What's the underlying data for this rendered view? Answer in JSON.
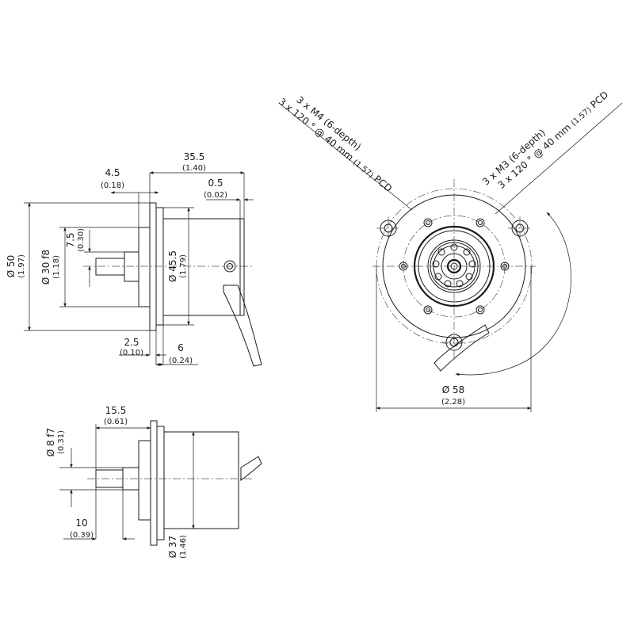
{
  "side_view": {
    "dim_flange_thickness": {
      "mm": "4.5",
      "in": "(0.18)"
    },
    "dim_body_length": {
      "mm": "35.5",
      "in": "(1.40)"
    },
    "dim_rear_gap": {
      "mm": "0.5",
      "in": "(0.02)"
    },
    "dim_flange_dia": {
      "mm": "Ø 50",
      "in": "(1.97)"
    },
    "dim_spigot_dia": {
      "mm": "Ø 30 f8",
      "in": "(1.18)"
    },
    "dim_shaft_height": {
      "mm": "7.5",
      "in": "(0.30)"
    },
    "dim_body_dia": {
      "mm": "Ø 45.5",
      "in": "(1.79)"
    },
    "dim_spigot_depth": {
      "mm": "2.5",
      "in": "(0.10)"
    },
    "dim_flange_width": {
      "mm": "6",
      "in": "(0.24)"
    }
  },
  "front_view": {
    "callout_m4_line1": "3 x M4 (6-depth)",
    "callout_m4_line2_a": "3 x 120 ° @ 40 mm ",
    "callout_m4_line2_b": "(1.57)",
    "callout_m4_line2_c": " PCD",
    "callout_m3_line1": "3 x M3 (6-depth)",
    "callout_m3_line2_a": "3 x 120 ° @ 40 mm ",
    "callout_m3_line2_b": "(1.57)",
    "callout_m3_line2_c": " PCD",
    "dim_outer_dia": {
      "mm": "Ø 58",
      "in": "(2.28)"
    }
  },
  "bottom_view": {
    "dim_shaft_length": {
      "mm": "15.5",
      "in": "(0.61)"
    },
    "dim_shaft_dia": {
      "mm": "Ø 8 f7",
      "in": "(0.31)"
    },
    "dim_shaft_flat": {
      "mm": "10",
      "in": "(0.39)"
    },
    "dim_body_dia": {
      "mm": "Ø 37",
      "in": "(1.46)"
    }
  }
}
